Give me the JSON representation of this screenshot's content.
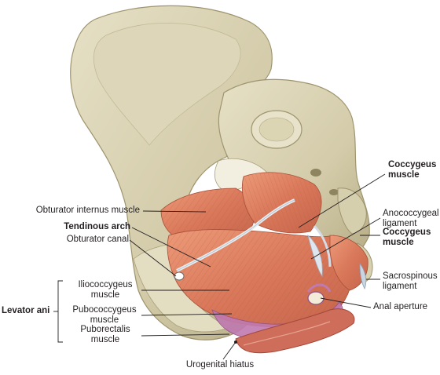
{
  "labels": {
    "coccygeus_top": [
      "Coccygeus",
      "muscle"
    ],
    "anococcygeal": [
      "Anococcygeal",
      "ligament"
    ],
    "coccygeus_side": [
      "Coccygeus",
      "muscle"
    ],
    "sacrospinous": [
      "Sacrospinous",
      "ligament"
    ],
    "anal_aperture": "Anal aperture",
    "obturator_internus": "Obturator internus muscle",
    "tendinous_arch": "Tendinous arch",
    "obturator_canal": "Obturator canal",
    "levator_ani": "Levator ani",
    "iliococcygeus": [
      "Iliococcygeus",
      "muscle"
    ],
    "pubococcygeus": [
      "Pubococcygeus",
      "muscle"
    ],
    "puborectalis": [
      "Puborectalis",
      "muscle"
    ],
    "urogenital_hiatus": "Urogenital hiatus"
  },
  "colors": {
    "bone": "#d9d3b4",
    "bone_shadow": "#aaa07c",
    "muscle": "#d9785a",
    "muscle_light": "#ec9c7c",
    "puborectalis": "#c07ab0",
    "ligament": "#c9d6e2"
  }
}
